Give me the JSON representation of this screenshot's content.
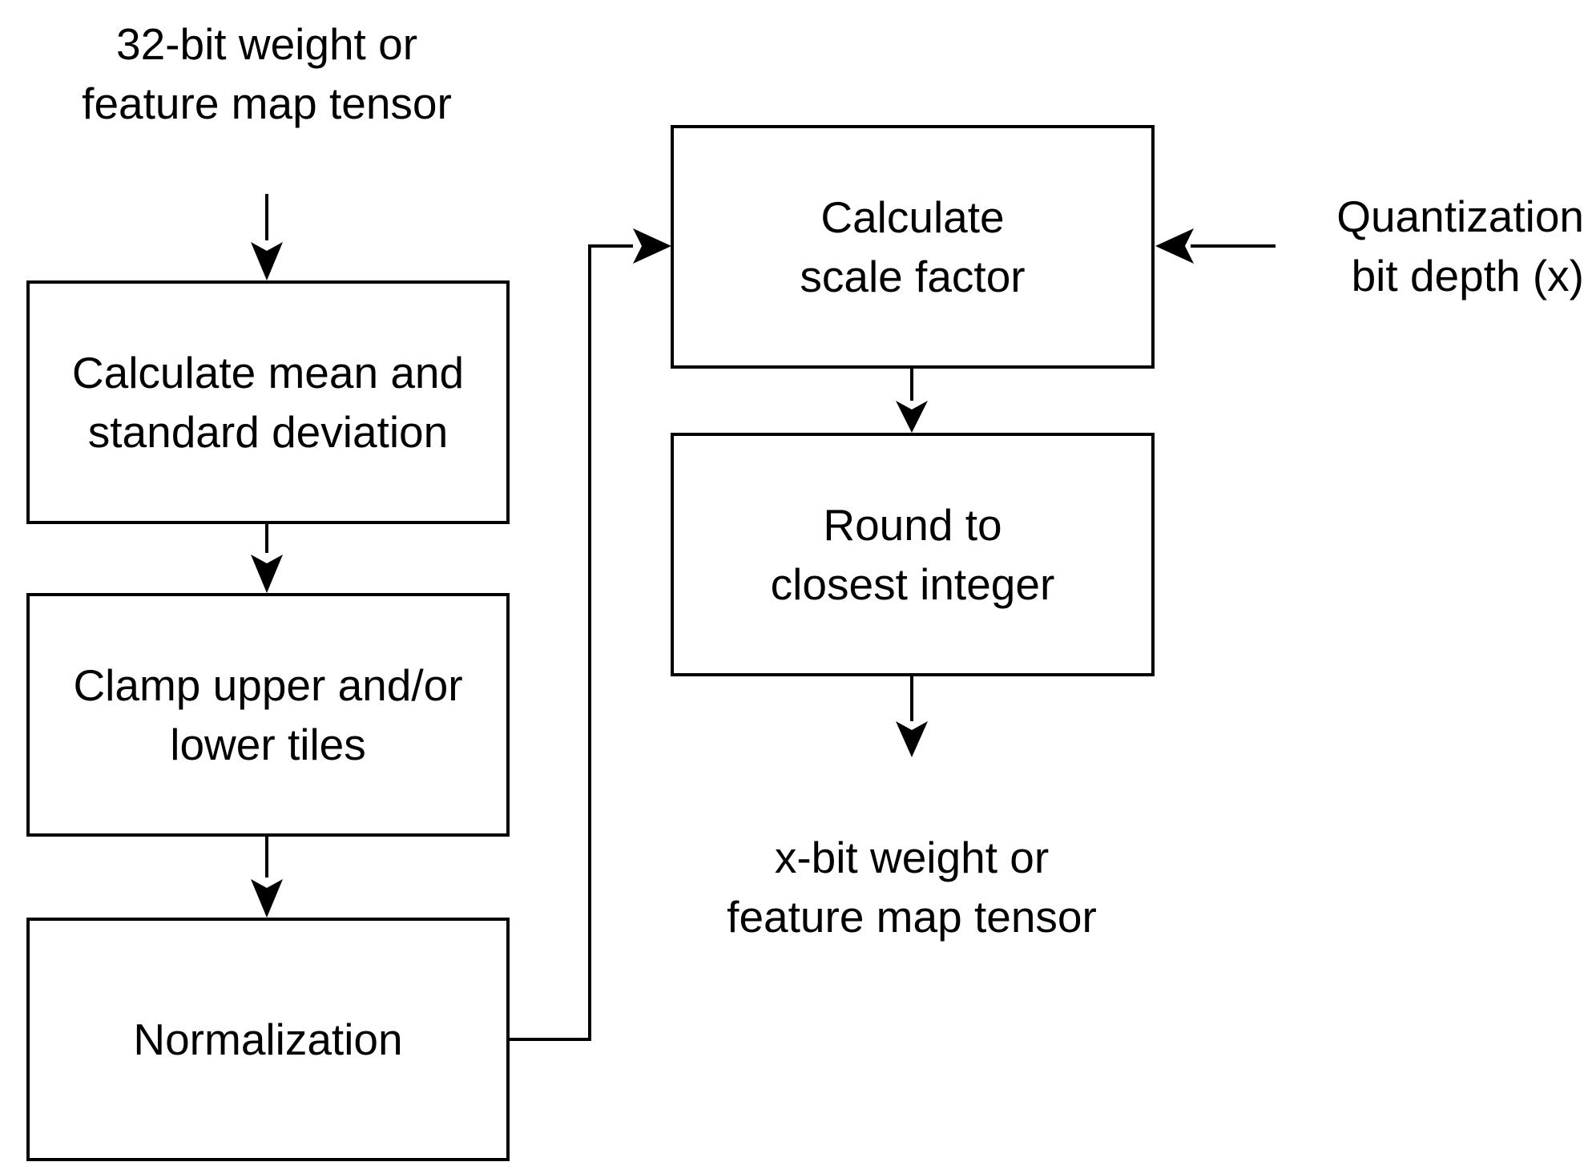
{
  "input_label": {
    "line1": "32-bit weight or",
    "line2": "feature map tensor"
  },
  "boxes": {
    "mean_std": {
      "line1": "Calculate mean and",
      "line2": "standard deviation"
    },
    "clamp": {
      "line1": "Clamp upper and/or",
      "line2": "lower tiles"
    },
    "normalization": {
      "line1": "Normalization"
    },
    "scale_factor": {
      "line1": "Calculate",
      "line2": "scale factor"
    },
    "round": {
      "line1": "Round to",
      "line2": "closest integer"
    }
  },
  "quantization_label": {
    "line1": "Quantization",
    "line2": "bit depth (x)"
  },
  "output_label": {
    "line1": "x-bit weight or",
    "line2": "feature map tensor"
  }
}
